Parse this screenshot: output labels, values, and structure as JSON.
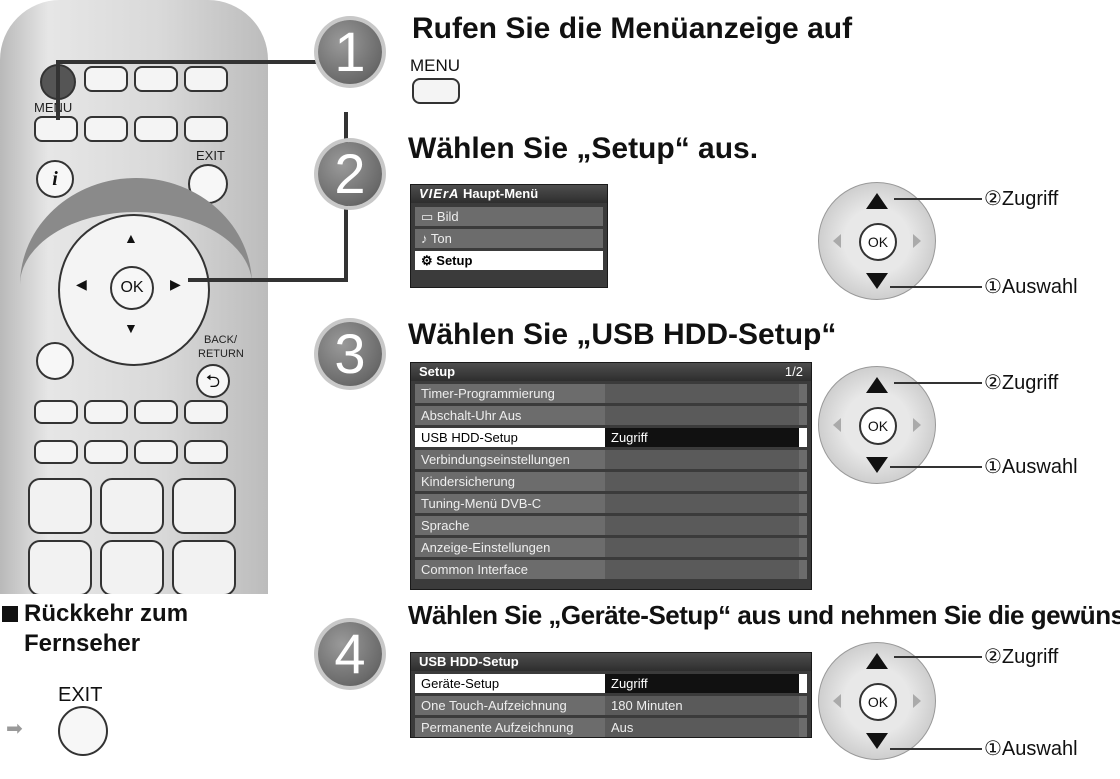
{
  "remote": {
    "menu_label": "MENU",
    "exit_label": "EXIT",
    "info_label": "i",
    "ok_label": "OK",
    "back_label_1": "BACK/",
    "back_label_2": "RETURN",
    "back_symbol": "⮌"
  },
  "steps": [
    {
      "number": "1",
      "heading": "Rufen Sie die Menüanzeige auf",
      "key_label": "MENU"
    },
    {
      "number": "2",
      "heading": "Wählen Sie „Setup“ aus."
    },
    {
      "number": "3",
      "heading": "Wählen Sie „USB HDD-Setup“"
    },
    {
      "number": "4",
      "heading": "Wählen Sie „Geräte-Setup“ aus und nehmen Sie die gewünsch"
    }
  ],
  "main_menu": {
    "brand": "VIErA",
    "title": "Haupt-Menü",
    "items": [
      {
        "icon": "picture-icon",
        "label": "Bild"
      },
      {
        "icon": "sound-icon",
        "label": "Ton"
      },
      {
        "icon": "setup-icon",
        "label": "Setup"
      }
    ]
  },
  "setup_menu": {
    "title": "Setup",
    "page": "1/2",
    "items": [
      {
        "label": "Timer-Programmierung",
        "value": ""
      },
      {
        "label": "Abschalt-Uhr Aus",
        "value": ""
      },
      {
        "label": "USB HDD-Setup",
        "value": "Zugriff"
      },
      {
        "label": "Verbindungseinstellungen",
        "value": ""
      },
      {
        "label": "Kindersicherung",
        "value": ""
      },
      {
        "label": "Tuning-Menü DVB-C",
        "value": ""
      },
      {
        "label": "Sprache",
        "value": ""
      },
      {
        "label": "Anzeige-Einstellungen",
        "value": ""
      },
      {
        "label": "Common Interface",
        "value": ""
      }
    ]
  },
  "usb_menu": {
    "title": "USB HDD-Setup",
    "items": [
      {
        "label": "Geräte-Setup",
        "value": "Zugriff"
      },
      {
        "label": "One Touch-Aufzeichnung",
        "value": "180 Minuten"
      },
      {
        "label": "Permanente Aufzeichnung",
        "value": "Aus"
      }
    ]
  },
  "nav": {
    "ok_label": "OK",
    "access_label": "②Zugriff",
    "select_label": "①Auswahl"
  },
  "return_section": {
    "title_line1": "Rückkehr zum",
    "title_line2": "Fernseher",
    "exit_label": "EXIT",
    "arrow": "➡"
  }
}
